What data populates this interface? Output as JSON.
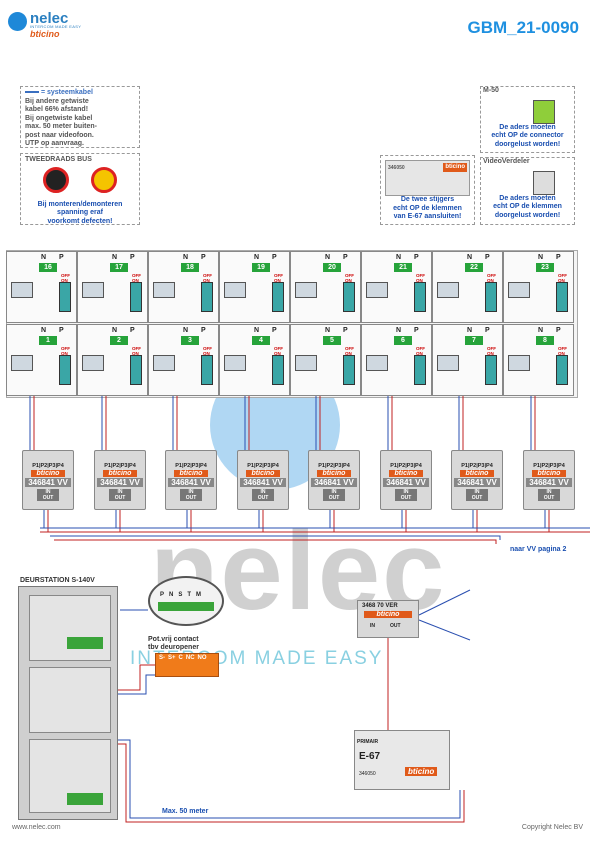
{
  "brand": {
    "name": "nelec",
    "tagline": "INTERCOM MADE EASY",
    "sub_brand": "bticino"
  },
  "doc_code": "GBM_21-0090",
  "notes": {
    "cable": {
      "legend": "= systeemkabel",
      "lines": [
        "Bij andere getwiste",
        "kabel 66% afstand!",
        "Bij ongetwiste kabel",
        "max. 50 meter buiten-",
        "post naar videofoon.",
        "UTP op aanvraag."
      ]
    },
    "bus": {
      "title": "TWEEDRAADS BUS",
      "lines": [
        "Bij monteren/demonteren",
        "spanning eraf",
        "voorkomt defecten!"
      ]
    },
    "e67": {
      "code": "346050",
      "lines": [
        "De twee stijgers",
        "echt OP de klemmen",
        "van E-67 aansluiten!"
      ]
    },
    "m50": {
      "title": "M-50",
      "lines": [
        "De aders moeten",
        "echt OP de connector",
        "doorgelust worden!"
      ]
    },
    "videoverdeler": {
      "title": "VideoVerdeler",
      "lines": [
        "De aders moeten",
        "echt OP de klemmen",
        "doorgelust worden!"
      ]
    }
  },
  "top_row_numbers": [
    "16",
    "17",
    "18",
    "19",
    "20",
    "21",
    "22",
    "23"
  ],
  "bottom_row_numbers": [
    "1",
    "2",
    "3",
    "4",
    "5",
    "6",
    "7",
    "8"
  ],
  "np_labels": {
    "n": "N",
    "p": "P"
  },
  "switch_label": {
    "off": "OFF",
    "on": "ON"
  },
  "vv_module": {
    "ports": [
      "P1",
      "P2",
      "P3",
      "P4"
    ],
    "brand": "bticino",
    "code": "346841",
    "type": "VV",
    "in": "IN",
    "out": "OUT"
  },
  "naar_vv_label": "naar VV pagina 2",
  "deurstation_title": "DEURSTATION S-140V",
  "keypad_labels": [
    "P",
    "N",
    "S",
    "T",
    "M"
  ],
  "relay": {
    "caption": [
      "Pot.vrij contact",
      "tbv deuropener"
    ],
    "terminals": [
      "S-",
      "S+",
      "C",
      "NC",
      "NO"
    ]
  },
  "vd_module": {
    "code": "3468 70",
    "type": "VER",
    "brand": "bticino",
    "in": "IN",
    "out": "OUT"
  },
  "psu": {
    "label": "PRIMAIR",
    "model": "E-67",
    "code": "346050",
    "brand": "bticino"
  },
  "max_label": "Max. 50 meter",
  "watermark": {
    "word": "nelec",
    "tag": "INTERCOM MADE EASY"
  },
  "footer": {
    "left": "www.nelec.com",
    "right": "Copyright Nelec BV"
  },
  "colors": {
    "brand_blue": "#1e90e0",
    "bticino_orange": "#e05a1a",
    "number_green": "#26a33a",
    "wire_red": "#c02020",
    "wire_blue": "#2a4fb0"
  }
}
